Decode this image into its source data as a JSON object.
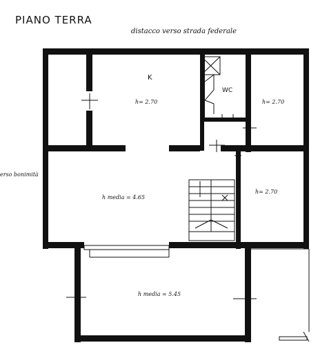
{
  "title": "PIANO TERRA",
  "notes": {
    "top": "distacco verso strada federale",
    "left": "erso bonimità"
  },
  "rooms": {
    "kitchen_label": "K",
    "kitchen_height": "h= 2.70",
    "wc_label": "WC",
    "room_right_top_height": "h= 2.70",
    "living_height": "h media = 4.65",
    "room_right_mid_height": "h= 2.70",
    "room_bottom_height": "h media = 5.45"
  }
}
